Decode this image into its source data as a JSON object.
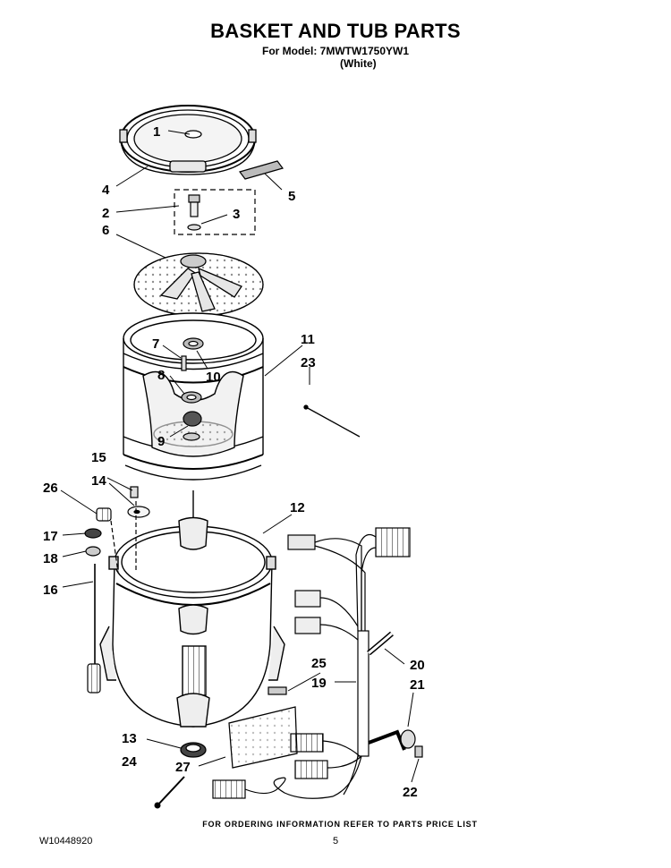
{
  "header": {
    "title": "BASKET AND TUB PARTS",
    "model_line": "For Model: 7MWTW1750YW1",
    "color_line": "(White)"
  },
  "footer": {
    "ordering_note": "FOR ORDERING INFORMATION REFER TO PARTS PRICE LIST",
    "document_id": "W10448920",
    "page_number": "5"
  },
  "callouts": [
    "1",
    "2",
    "3",
    "4",
    "5",
    "6",
    "7",
    "8",
    "9",
    "10",
    "11",
    "12",
    "13",
    "14",
    "15",
    "16",
    "17",
    "18",
    "19",
    "20",
    "21",
    "22",
    "23",
    "24",
    "25",
    "26",
    "27"
  ],
  "colors": {
    "line": "#000000",
    "background": "#ffffff",
    "shade": "#d9d9d9"
  }
}
